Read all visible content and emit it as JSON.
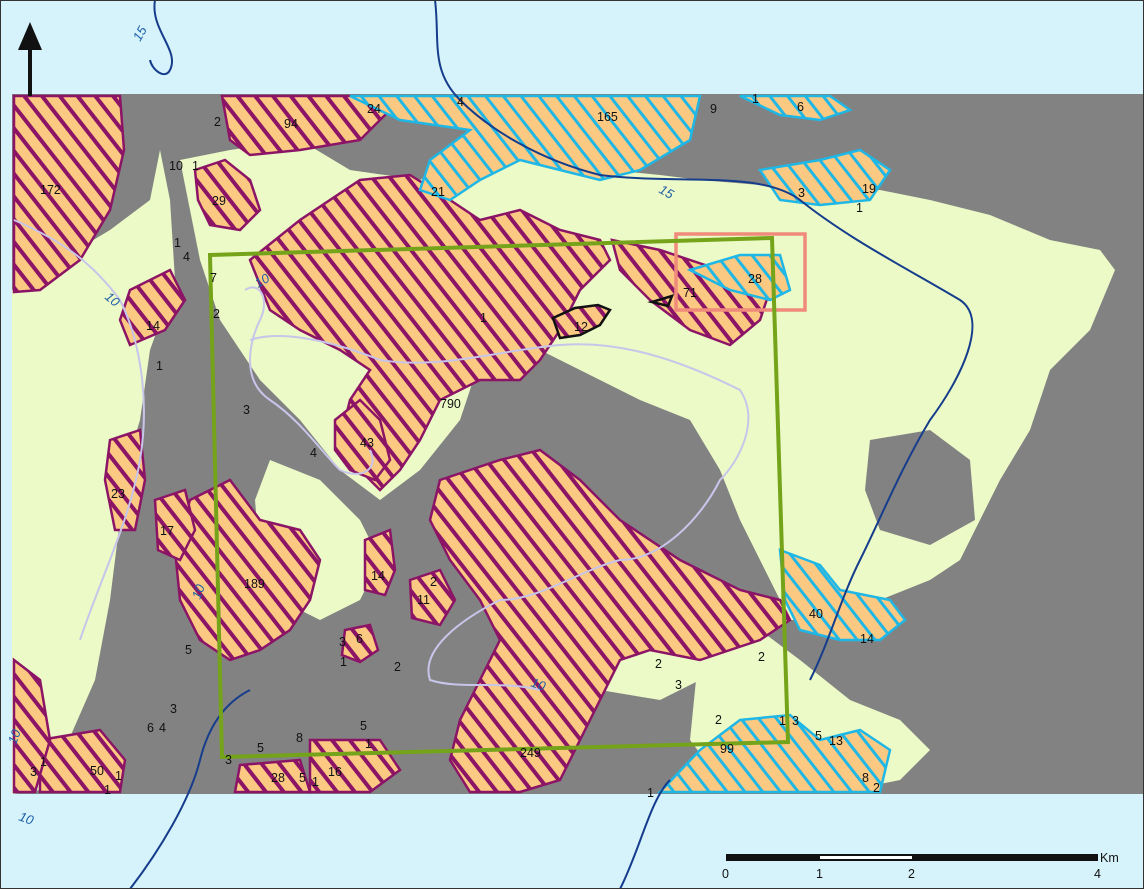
{
  "colors": {
    "water": "#d6f2fb",
    "land_grey": "#828282",
    "lowland": "#ecfac7",
    "hatch_fill": "#fcc982",
    "hatch_magenta": "#8c1466",
    "hatch_cyan": "#1fb7e6",
    "contour_dark": "#163d8c",
    "contour_light": "#c8c5ea",
    "study_area": "#75a31a",
    "highlight_box": "#f08a7a"
  },
  "icons": {
    "north_arrow": "north-arrow-icon"
  },
  "contour_labels": {
    "c15_top": "15",
    "c15_mid": "15",
    "c10_left": "10",
    "c10_inner": "10",
    "c10_bottom": "10",
    "c10_edge": "10",
    "c10_corner": "10",
    "c10_small": "10"
  },
  "patch_labels": [
    "172",
    "94",
    "24",
    "4",
    "165",
    "9",
    "1",
    "6",
    "10",
    "1",
    "29",
    "21",
    "3",
    "19",
    "1",
    "1",
    "4",
    "7",
    "2",
    "71",
    "28",
    "14",
    "1",
    "12",
    "1",
    "790",
    "3",
    "43",
    "4",
    "23",
    "17",
    "189",
    "14",
    "2",
    "11",
    "40",
    "14",
    "5",
    "3",
    "6",
    "1",
    "2",
    "2",
    "2",
    "3",
    "6",
    "4",
    "3",
    "2",
    "1",
    "3",
    "5",
    "13",
    "3",
    "5",
    "8",
    "5",
    "1",
    "249",
    "99",
    "50",
    "1",
    "3",
    "1",
    "1",
    "28",
    "5",
    "1",
    "16",
    "1",
    "8",
    "2",
    "2"
  ],
  "scale_bar": {
    "unit": "Km",
    "ticks": [
      "0",
      "1",
      "2",
      "4"
    ]
  }
}
